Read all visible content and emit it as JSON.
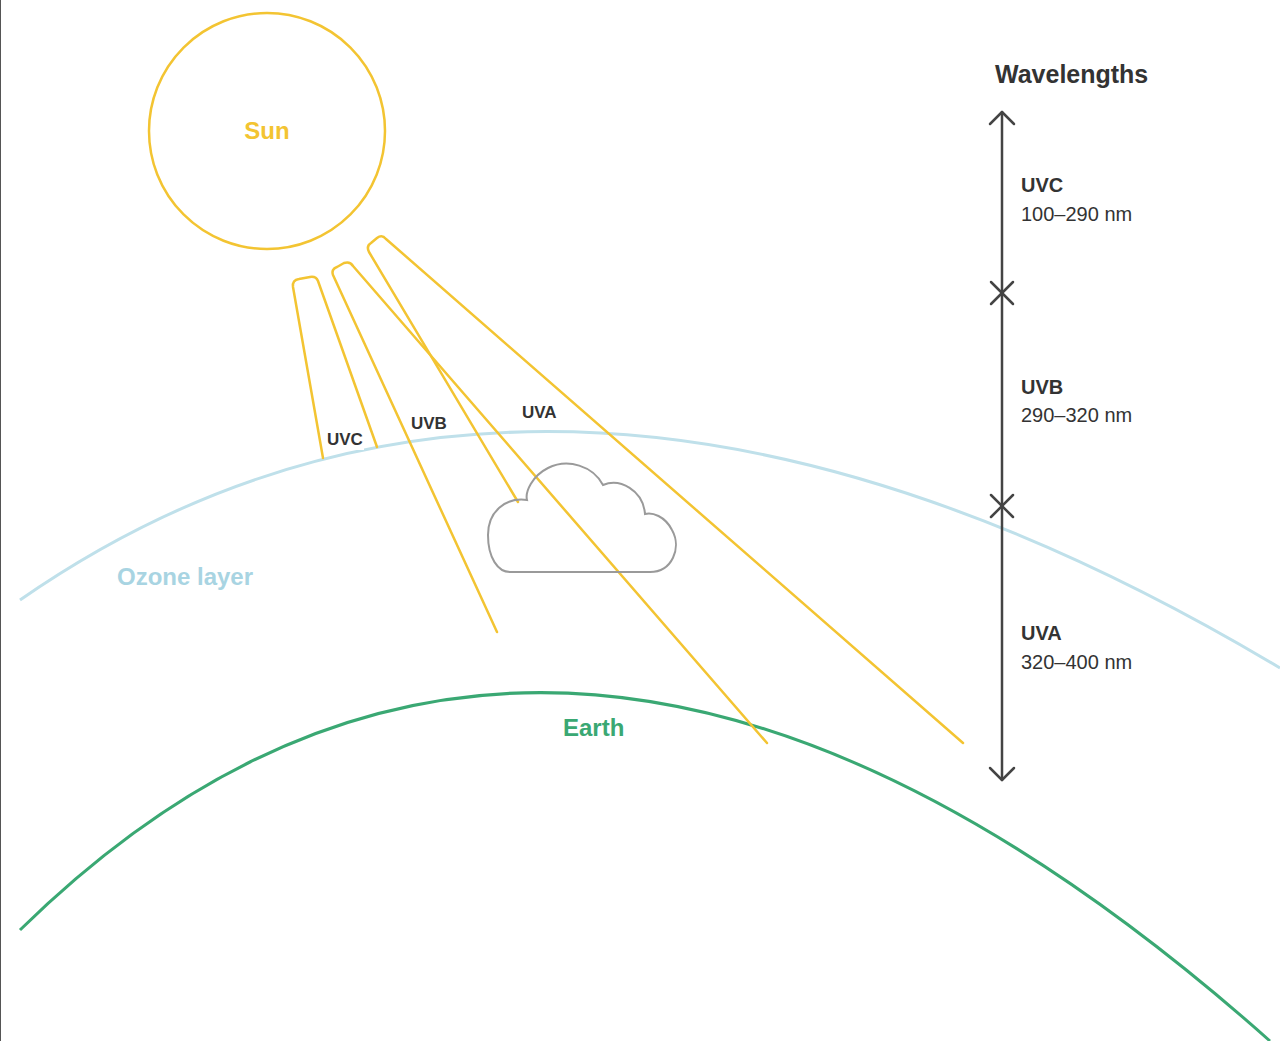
{
  "diagram": {
    "nodes": [
      {
        "text": [
          "Sun"
        ]
      }
    ],
    "labels": [
      "UVC",
      "UVB",
      "UVA",
      "Ozone layer",
      "Earth",
      "Wavelengths",
      "UVC",
      "100–290 nm",
      "UVB",
      "290–320 nm",
      "UVA",
      "320–400 nm"
    ]
  }
}
